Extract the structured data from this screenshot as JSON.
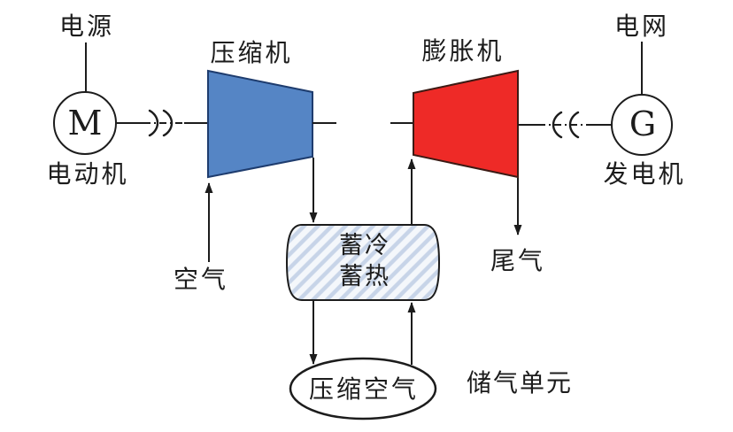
{
  "diagram": {
    "labels": {
      "power_source": "电源",
      "motor": "电动机",
      "motor_symbol": "M",
      "compressor": "压缩机",
      "expander": "膨胀机",
      "grid": "电网",
      "generator": "发电机",
      "generator_symbol": "G",
      "air_inlet": "空气",
      "exhaust": "尾气",
      "thermal_storage_line1": "蓄冷",
      "thermal_storage_line2": "蓄热",
      "compressed_air": "压缩空气",
      "gas_storage_unit": "储气单元"
    },
    "colors": {
      "compressor_fill": "#5585c5",
      "compressor_stroke": "#1e3c6e",
      "expander_fill": "#ee2a27",
      "expander_stroke": "#3c1a14",
      "hatch_stripe": "#c7d4e8",
      "hatch_background": "#f4f7fb",
      "line": "#1c1c1c",
      "background": "#ffffff"
    }
  }
}
